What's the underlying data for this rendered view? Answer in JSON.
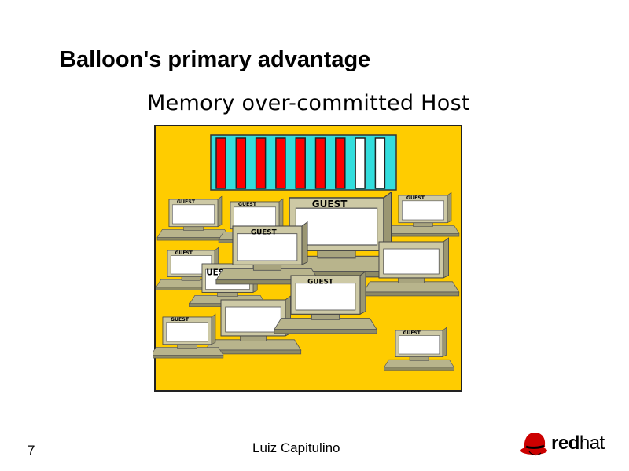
{
  "slide": {
    "title": "Balloon's primary advantage",
    "subtitle": "Memory over-committed Host",
    "number": "7",
    "author": "Luiz Capitulino"
  },
  "diagram": {
    "guest_label": "GUEST",
    "partial_label": "UES",
    "host_bg": "#ffcc00",
    "memory_bg": "#33dddd",
    "used_color": "#ff0000",
    "free_color": "#ffffff",
    "memory_slots": [
      "used",
      "used",
      "used",
      "used",
      "used",
      "used",
      "used",
      "free",
      "free"
    ]
  },
  "logo": {
    "red": "red",
    "hat": "hat",
    "icon": "redhat-shadowman-icon"
  }
}
